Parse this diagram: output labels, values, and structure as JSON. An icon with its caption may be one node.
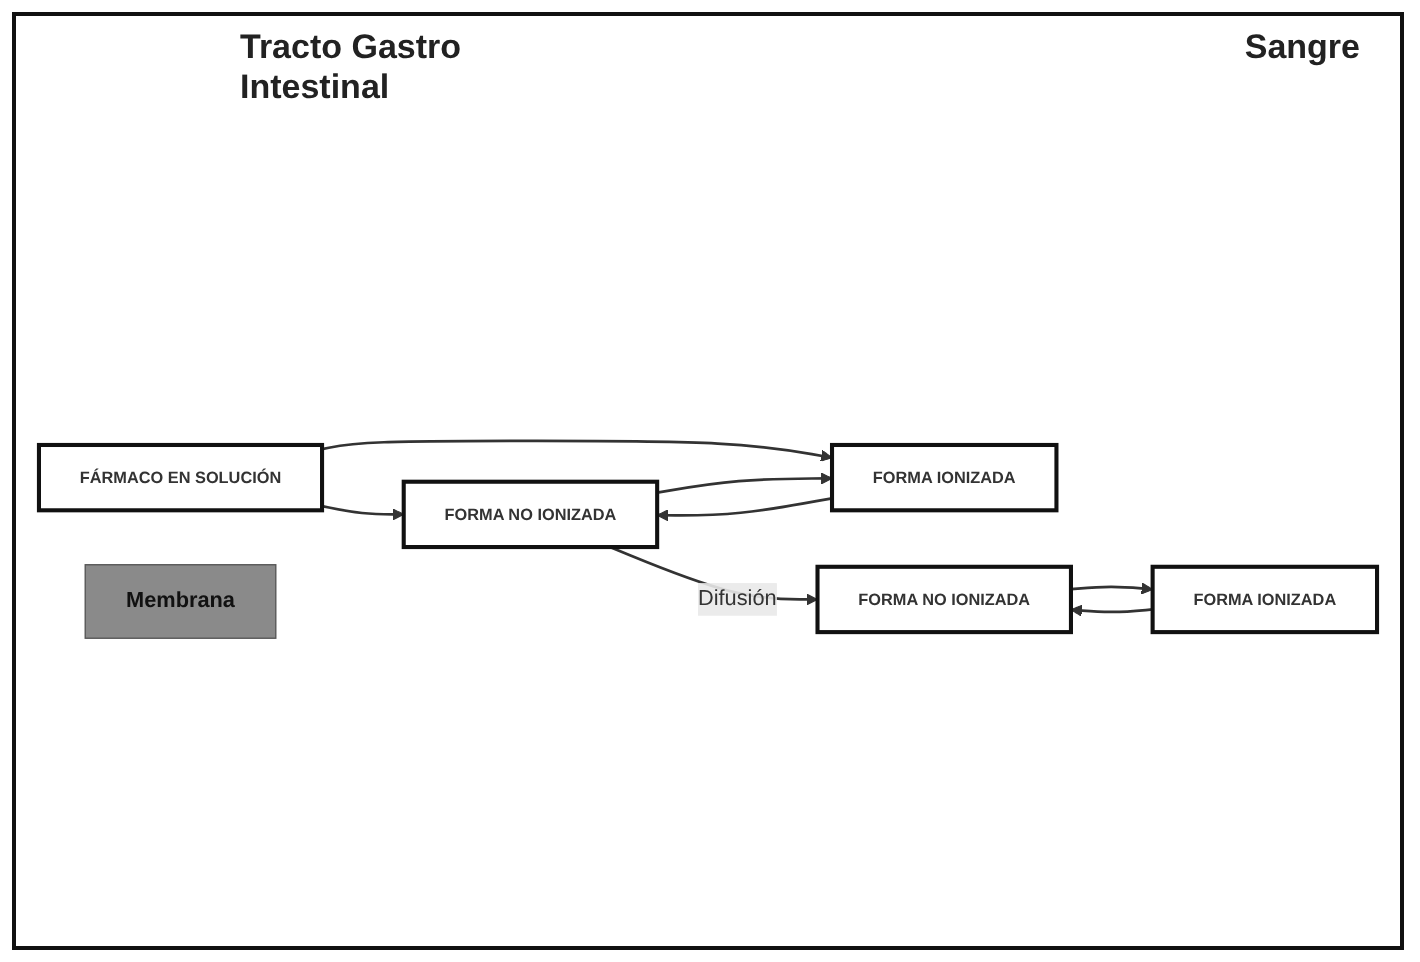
{
  "diagram": {
    "nodes": [
      {
        "text": [
          "FÁRMACO EN SOLUCIÓN"
        ]
      },
      {
        "text": [
          "FORMA NO IONIZADA"
        ]
      },
      {
        "text": [
          "FORMA IONIZADA"
        ]
      },
      {
        "text": [
          "Membrana"
        ]
      },
      {
        "text": [
          "FORMA NO IONIZADA"
        ]
      },
      {
        "text": [
          "FORMA IONIZADA"
        ]
      }
    ],
    "edges": [
      {
        "from": 0,
        "to": 1,
        "arrow": "to"
      },
      {
        "from": 0,
        "to": 2,
        "arrow": "to"
      },
      {
        "from": 1,
        "to": 2,
        "arrow": "to"
      },
      {
        "from": 2,
        "to": 1,
        "arrow": "to"
      },
      {
        "from": 1,
        "to": 4,
        "arrow": "to",
        "label": "Difusión"
      },
      {
        "from": 4,
        "to": 5,
        "arrow": "to"
      },
      {
        "from": 5,
        "to": 4,
        "arrow": "to"
      }
    ],
    "labels": [
      "Tracto Gastro Intestinal",
      "Sangre"
    ]
  }
}
